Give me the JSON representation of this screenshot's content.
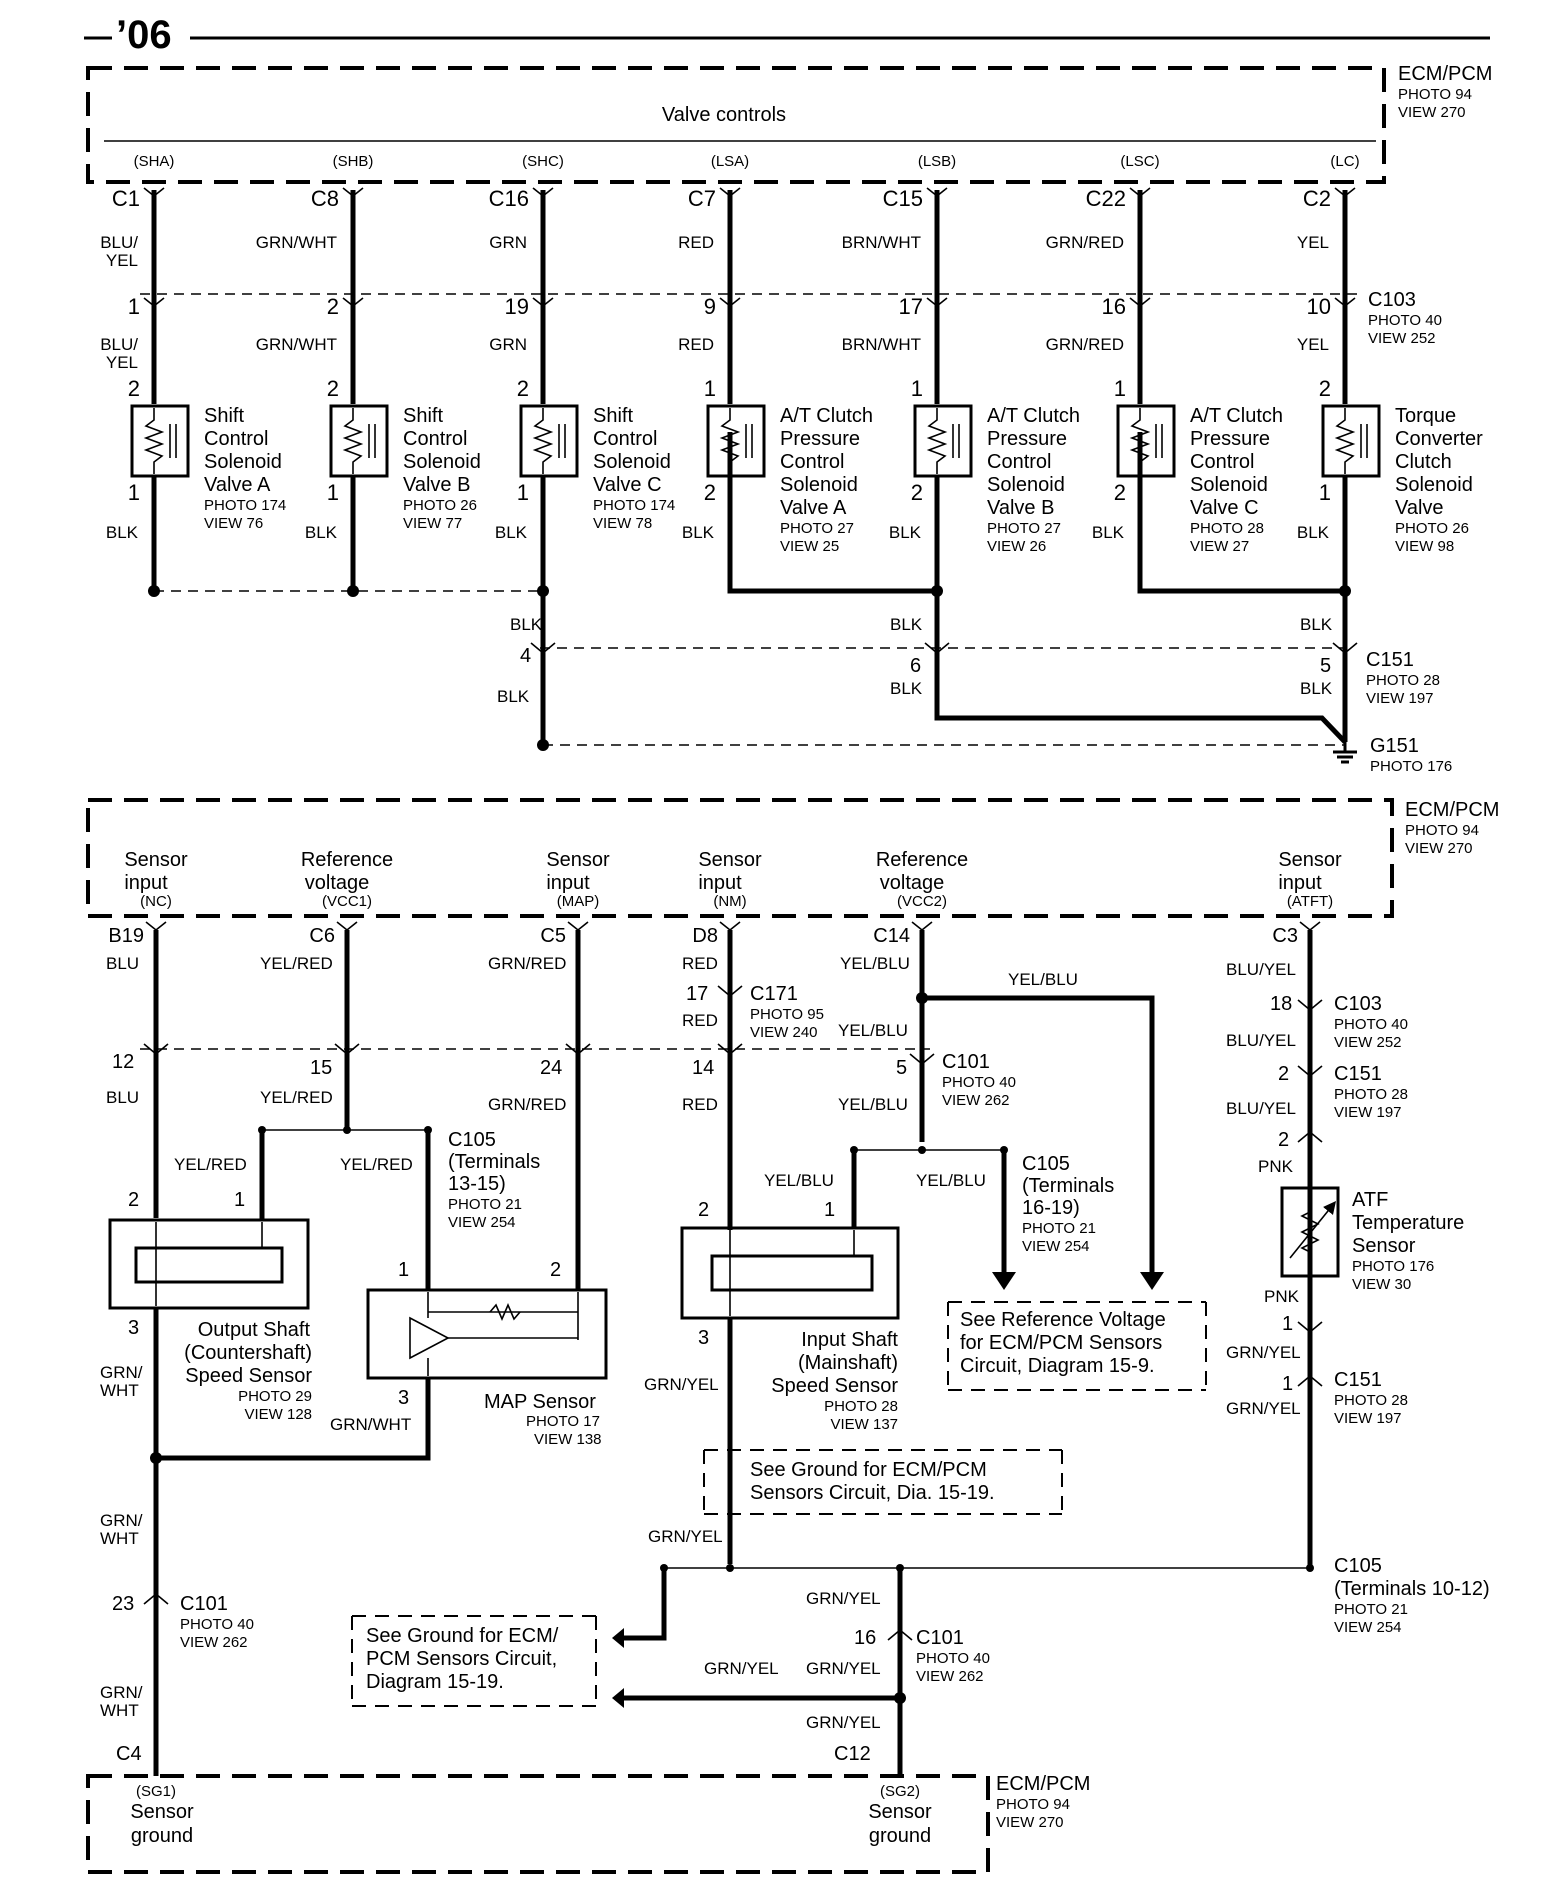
{
  "header": {
    "year": "’06"
  },
  "top": {
    "ecm": {
      "title": "ECM/PCM",
      "photo": "PHOTO 94",
      "view": "VIEW 270"
    },
    "valve_controls": "Valve controls",
    "columns": [
      {
        "sig": "(SHA)",
        "pin": "C1",
        "wire1": [
          "BLU/",
          "YEL"
        ],
        "c103_pin": "1",
        "wire2": [
          "BLU/",
          "YEL"
        ],
        "top_pin": "2",
        "bot_pin": "1",
        "gnd_wire": "BLK",
        "label": [
          "Shift",
          "Control",
          "Solenoid",
          "Valve A"
        ],
        "photo": "PHOTO 174",
        "view": "VIEW 76"
      },
      {
        "sig": "(SHB)",
        "pin": "C8",
        "wire1": [
          "GRN/WHT"
        ],
        "c103_pin": "2",
        "wire2": [
          "GRN/WHT"
        ],
        "top_pin": "2",
        "bot_pin": "1",
        "gnd_wire": "BLK",
        "label": [
          "Shift",
          "Control",
          "Solenoid",
          "Valve B"
        ],
        "photo": "PHOTO 26",
        "view": "VIEW 77"
      },
      {
        "sig": "(SHC)",
        "pin": "C16",
        "wire1": [
          "GRN"
        ],
        "c103_pin": "19",
        "wire2": [
          "GRN"
        ],
        "top_pin": "2",
        "bot_pin": "1",
        "gnd_wire": "BLK",
        "label": [
          "Shift",
          "Control",
          "Solenoid",
          "Valve C"
        ],
        "photo": "PHOTO 174",
        "view": "VIEW 78"
      },
      {
        "sig": "(LSA)",
        "pin": "C7",
        "wire1": [
          "RED"
        ],
        "c103_pin": "9",
        "wire2": [
          "RED"
        ],
        "top_pin": "1",
        "bot_pin": "2",
        "gnd_wire": "BLK",
        "label": [
          "A/T Clutch",
          "Pressure",
          "Control",
          "Solenoid",
          "Valve A"
        ],
        "photo": "PHOTO 27",
        "view": "VIEW 25"
      },
      {
        "sig": "(LSB)",
        "pin": "C15",
        "wire1": [
          "BRN/WHT"
        ],
        "c103_pin": "17",
        "wire2": [
          "BRN/WHT"
        ],
        "top_pin": "1",
        "bot_pin": "2",
        "gnd_wire": "BLK",
        "label": [
          "A/T Clutch",
          "Pressure",
          "Control",
          "Solenoid",
          "Valve B"
        ],
        "photo": "PHOTO 27",
        "view": "VIEW 26"
      },
      {
        "sig": "(LSC)",
        "pin": "C22",
        "wire1": [
          "GRN/RED"
        ],
        "c103_pin": "16",
        "wire2": [
          "GRN/RED"
        ],
        "top_pin": "1",
        "bot_pin": "2",
        "gnd_wire": "BLK",
        "label": [
          "A/T Clutch",
          "Pressure",
          "Control",
          "Solenoid",
          "Valve C"
        ],
        "photo": "PHOTO 28",
        "view": "VIEW 27"
      },
      {
        "sig": "(LC)",
        "pin": "C2",
        "wire1": [
          "YEL"
        ],
        "c103_pin": "10",
        "wire2": [
          "YEL"
        ],
        "top_pin": "2",
        "bot_pin": "1",
        "gnd_wire": "BLK",
        "label": [
          "Torque",
          "Converter",
          "Clutch",
          "Solenoid",
          "Valve"
        ],
        "photo": "PHOTO 26",
        "view": "VIEW 98"
      }
    ],
    "c103": {
      "name": "C103",
      "photo": "PHOTO 40",
      "view": "VIEW 252"
    },
    "c151": {
      "name": "C151",
      "photo": "PHOTO 28",
      "view": "VIEW 197",
      "pins": [
        "4",
        "6",
        "5"
      ],
      "wire": "BLK"
    },
    "g151": {
      "name": "G151",
      "photo": "PHOTO 176"
    }
  },
  "bottom": {
    "ecm": {
      "title": "ECM/PCM",
      "photo": "PHOTO 94",
      "view": "VIEW 270"
    },
    "ecm_labels": [
      {
        "l1": "Sensor",
        "l2": "input",
        "sig": "(NC)",
        "pin": "B19"
      },
      {
        "l1": "Reference",
        "l2": "voltage",
        "sig": "(VCC1)",
        "pin": "C6"
      },
      {
        "l1": "Sensor",
        "l2": "input",
        "sig": "(MAP)",
        "pin": "C5"
      },
      {
        "l1": "Sensor",
        "l2": "input",
        "sig": "(NM)",
        "pin": "D8"
      },
      {
        "l1": "Reference",
        "l2": "voltage",
        "sig": "(VCC2)",
        "pin": "C14"
      },
      {
        "l1": "Sensor",
        "l2": "input",
        "sig": "(ATFT)",
        "pin": "C3"
      }
    ],
    "wires": {
      "blu": "BLU",
      "yel_red": "YEL/RED",
      "grn_red": "GRN/RED",
      "red": "RED",
      "yel_blu": "YEL/BLU",
      "blu_yel": "BLU/YEL",
      "pnk": "PNK",
      "grn_wht_1": "GRN/",
      "grn_wht_2": "WHT",
      "grn_wht": "GRN/WHT",
      "grn_yel": "GRN/YEL"
    },
    "c171": {
      "name": "C171",
      "photo": "PHOTO 95",
      "view": "VIEW 240",
      "pin": "17"
    },
    "c101_mid": {
      "name": "C101",
      "photo": "PHOTO 40",
      "view": "VIEW 262",
      "pins": [
        "12",
        "15",
        "24",
        "14",
        "5"
      ]
    },
    "c103": {
      "name": "C103",
      "photo": "PHOTO 40",
      "view": "VIEW 252",
      "pin": "18"
    },
    "c151_a": {
      "name": "C151",
      "photo": "PHOTO 28",
      "view": "VIEW 197",
      "pin": "2",
      "pin2": "2"
    },
    "c105_a": {
      "name": "C105",
      "terms": "(Terminals",
      "terms2": "13-15)",
      "photo": "PHOTO 21",
      "view": "VIEW 254"
    },
    "c105_b": {
      "name": "C105",
      "terms": "(Terminals",
      "terms2": "16-19)",
      "photo": "PHOTO 21",
      "view": "VIEW 254"
    },
    "c105_c": {
      "name": "C105",
      "terms": "(Terminals 10-12)",
      "photo": "PHOTO 21",
      "view": "VIEW 254"
    },
    "c151_b": {
      "name": "C151",
      "photo": "PHOTO 28",
      "view": "VIEW 197",
      "pin": "1",
      "pin_up": "1"
    },
    "c101_left": {
      "name": "C101",
      "photo": "PHOTO 40",
      "view": "VIEW 262",
      "pin": "23"
    },
    "c101_right": {
      "name": "C101",
      "photo": "PHOTO 40",
      "view": "VIEW 262",
      "pin": "16"
    },
    "output_shaft": {
      "pins": [
        "2",
        "1",
        "3"
      ],
      "label": [
        "Output Shaft",
        "(Countershaft)",
        "Speed Sensor"
      ],
      "photo": "PHOTO 29",
      "view": "VIEW 128"
    },
    "map_sensor": {
      "pins": [
        "1",
        "2",
        "3"
      ],
      "label": "MAP Sensor",
      "photo": "PHOTO 17",
      "view": "VIEW 138"
    },
    "input_shaft": {
      "pins": [
        "2",
        "1",
        "3"
      ],
      "label": [
        "Input Shaft",
        "(Mainshaft)",
        "Speed Sensor"
      ],
      "photo": "PHOTO 28",
      "view": "VIEW 137"
    },
    "atf_sensor": {
      "label": [
        "ATF",
        "Temperature",
        "Sensor"
      ],
      "photo": "PHOTO 176",
      "view": "VIEW 30"
    },
    "note_ref": [
      "See Reference Voltage",
      "for ECM/PCM Sensors",
      "Circuit, Diagram 15-9."
    ],
    "note_gnd1": [
      "See Ground for ECM/PCM",
      "Sensors Circuit, Dia. 15-19."
    ],
    "note_gnd2": [
      "See Ground for ECM/",
      "PCM Sensors Circuit,",
      "Diagram 15-19."
    ],
    "ecm_bottom": {
      "title": "ECM/PCM",
      "photo": "PHOTO 94",
      "view": "VIEW 270",
      "sg1": "(SG1)",
      "sg2": "(SG2)",
      "l1": "Sensor",
      "l2": "ground",
      "pin_left": "C4",
      "pin_right": "C12"
    }
  }
}
